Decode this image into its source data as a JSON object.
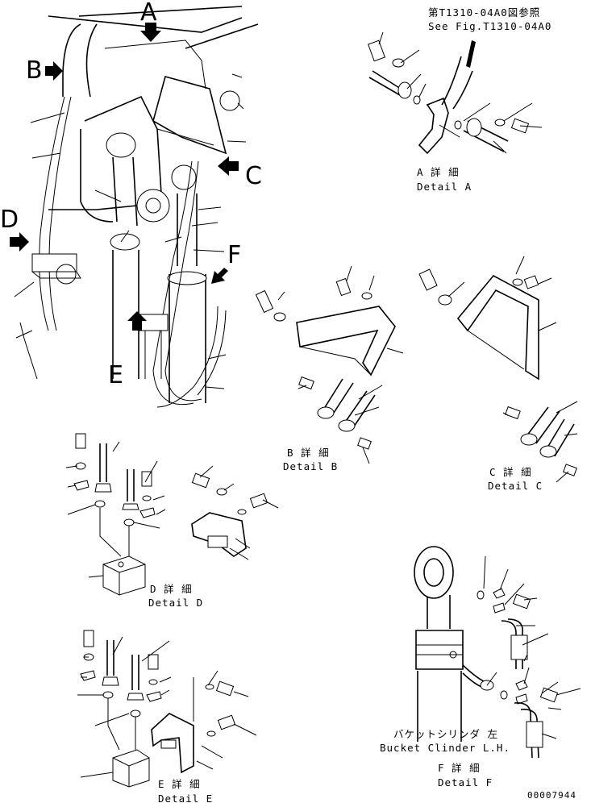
{
  "reference_note": {
    "line1": "第T1310-04A0図参照",
    "line2": "See Fig.T1310-04A0"
  },
  "view_letters": [
    "A",
    "B",
    "C",
    "D",
    "E",
    "F"
  ],
  "details": {
    "a": {
      "jp": "A 詳 細",
      "en": "Detail A"
    },
    "b": {
      "jp": "B 詳 細",
      "en": "Detail B"
    },
    "c": {
      "jp": "C 詳 細",
      "en": "Detail C"
    },
    "d": {
      "jp": "D 詳 細",
      "en": "Detail D"
    },
    "e": {
      "jp": "E 詳 細",
      "en": "Detail E"
    },
    "f": {
      "jp": "F 詳 細",
      "en": "Detail F"
    }
  },
  "bucket_cylinder": {
    "jp": "バケットシリンダ 左",
    "en": "Bucket Clinder L.H."
  },
  "drawing_number": "00007944"
}
